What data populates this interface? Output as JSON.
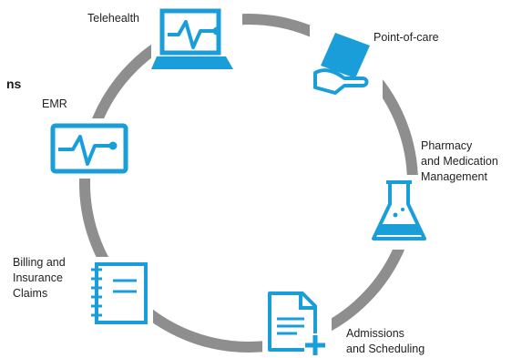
{
  "partial_heading": "ns",
  "nodes": [
    {
      "id": "telehealth",
      "label": "Telehealth",
      "icon": "laptop-heartbeat-icon"
    },
    {
      "id": "point-of-care",
      "label": "Point-of-care",
      "icon": "hand-tablet-icon"
    },
    {
      "id": "pharmacy",
      "label": "Pharmacy\nand Medication\nManagement",
      "icon": "flask-icon"
    },
    {
      "id": "admissions",
      "label": "Admissions\nand  Scheduling",
      "icon": "document-plus-icon"
    },
    {
      "id": "billing",
      "label": "Billing and\nInsurance\nClaims",
      "icon": "notepad-icon"
    },
    {
      "id": "emr",
      "label": "EMR",
      "icon": "monitor-heartbeat-icon"
    }
  ],
  "colors": {
    "ring": "#8e8e8e",
    "icon": "#1a9ed9",
    "text": "#222222"
  }
}
